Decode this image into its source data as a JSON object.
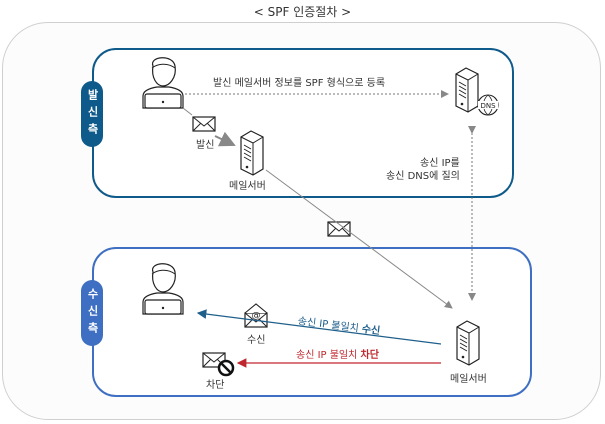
{
  "title": "< SPF 인증절차 >",
  "sender_side": {
    "label": "발신측",
    "register_text": "발신 메일서버 정보를 SPF 형식으로 등록",
    "send_label": "발신",
    "mail_server_label": "메일서버",
    "query_text_line1": "송신 IP를",
    "query_text_line2": "송신 DNS에 질의",
    "dns_badge": "DNS"
  },
  "receiver_side": {
    "label": "수신측",
    "accept_text_normal": "송신 IP 불일치 ",
    "accept_text_bold": "수신",
    "block_text_normal": "송신 IP 불일치 ",
    "block_text_bold": "차단",
    "receive_label": "수신",
    "block_label": "차단",
    "mail_server_label": "메일서버"
  },
  "colors": {
    "sender_accent": "#0e5a8a",
    "receiver_accent": "#3f6fc2",
    "accept_arrow": "#1f5f8b",
    "block_arrow": "#c0262d"
  }
}
